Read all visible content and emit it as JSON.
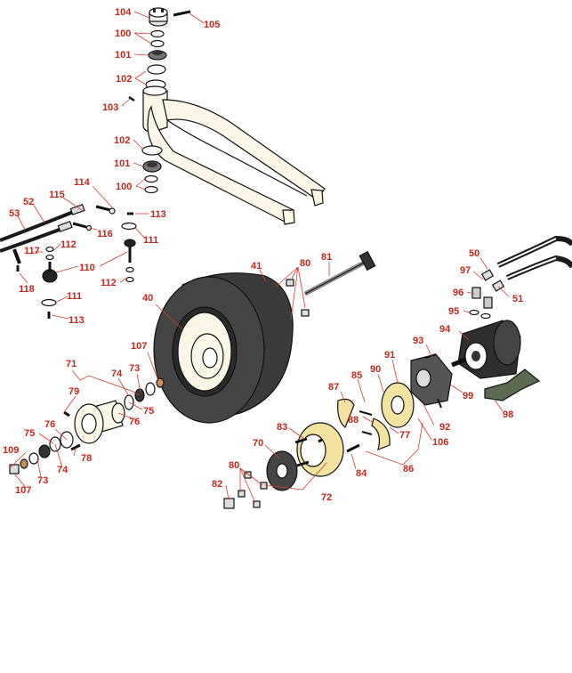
{
  "diagram": {
    "colors": {
      "callout_text": "#c0281b",
      "leader_line": "#d33b2c",
      "outline": "#111111",
      "tire": "#3b3b3b",
      "fork_cream": "#fbf6e6",
      "part_yellow": "#f2e3a0",
      "motor_dark": "#2f2f2f",
      "arm_green": "#5c6a52",
      "hub_grey": "#9a9a9a"
    },
    "parts": {
      "fork": "fork",
      "tire": "wheel-tire",
      "hub": "hub",
      "axle": "axle-bolt",
      "motor": "hydraulic-motor",
      "hoses": "hydraulic-hoses",
      "brake_drum": "brake-drum",
      "brake_shoes": "brake-shoes",
      "backing_plate": "brake-backing-plate",
      "mount_bracket": "motor-mount-bracket",
      "arm": "brake-arm",
      "wheel_flange": "wheel-flange"
    },
    "callouts": [
      "104",
      "105",
      "100",
      "101",
      "102",
      "103",
      "102",
      "101",
      "100",
      "114",
      "52",
      "115",
      "53",
      "113",
      "116",
      "111",
      "112",
      "117",
      "110",
      "118",
      "112",
      "111",
      "113",
      "41",
      "80",
      "81",
      "50",
      "97",
      "96",
      "51",
      "95",
      "94",
      "93",
      "40",
      "107",
      "71",
      "74",
      "73",
      "79",
      "75",
      "76",
      "91",
      "90",
      "85",
      "87",
      "88",
      "99",
      "98",
      "92",
      "106",
      "77",
      "75",
      "76",
      "78",
      "109",
      "73",
      "74",
      "107",
      "83",
      "70",
      "84",
      "86",
      "80",
      "82",
      "72"
    ]
  }
}
